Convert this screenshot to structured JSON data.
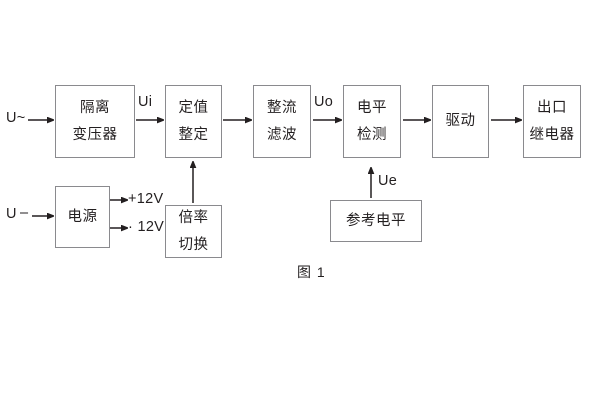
{
  "figure": {
    "caption": "图 1",
    "blocks": [
      {
        "id": "isolation-transformer",
        "line1": "隔离",
        "line2": "变压器"
      },
      {
        "id": "setting-value",
        "line1": "定值",
        "line2": "整定"
      },
      {
        "id": "rectify-filter",
        "line1": "整流",
        "line2": "滤波"
      },
      {
        "id": "level-detection",
        "line1": "电平",
        "line2": "检测"
      },
      {
        "id": "drive",
        "line1": "驱动",
        "line2": ""
      },
      {
        "id": "output-relay",
        "line1": "出口",
        "line2": "继电器"
      },
      {
        "id": "power-supply",
        "line1": "电源",
        "line2": ""
      },
      {
        "id": "multiplier-switch",
        "line1": "倍率",
        "line2": "切换"
      },
      {
        "id": "reference-level",
        "line1": "参考电平",
        "line2": ""
      }
    ],
    "signals": {
      "ac_input": "U~",
      "dc_input": "U",
      "dc_input_dash": "–",
      "ui": "Ui",
      "uo": "Uo",
      "ue": "Ue",
      "rail_positive": "+12V",
      "rail_negative": "· 12V"
    },
    "colors": {
      "border": "#8a8a8e",
      "text": "#231f20",
      "background": "#ffffff",
      "wire": "#231f20"
    }
  }
}
